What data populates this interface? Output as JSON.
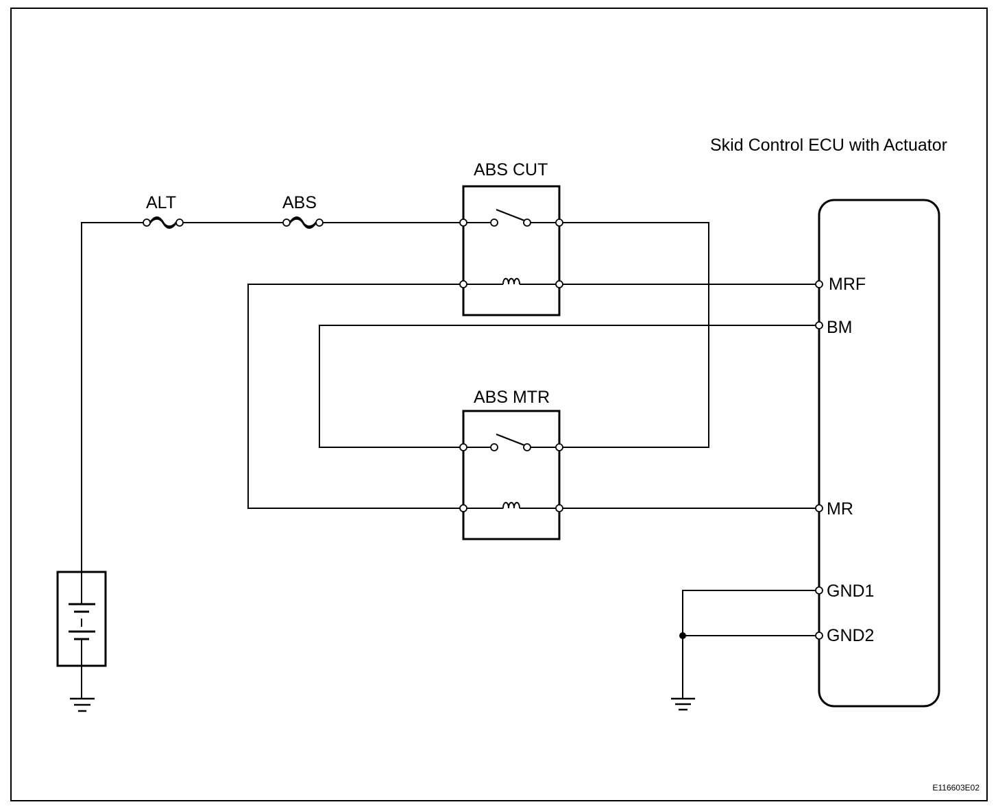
{
  "ecu": {
    "title": "Skid Control ECU with Actuator",
    "terminals": [
      "MRF",
      "BM",
      "MR",
      "GND1",
      "GND2"
    ]
  },
  "fuses": {
    "alt": "ALT",
    "abs": "ABS"
  },
  "relays": {
    "abs_cut": "ABS CUT",
    "abs_mtr": "ABS MTR"
  },
  "figure_code": "E116603E02"
}
